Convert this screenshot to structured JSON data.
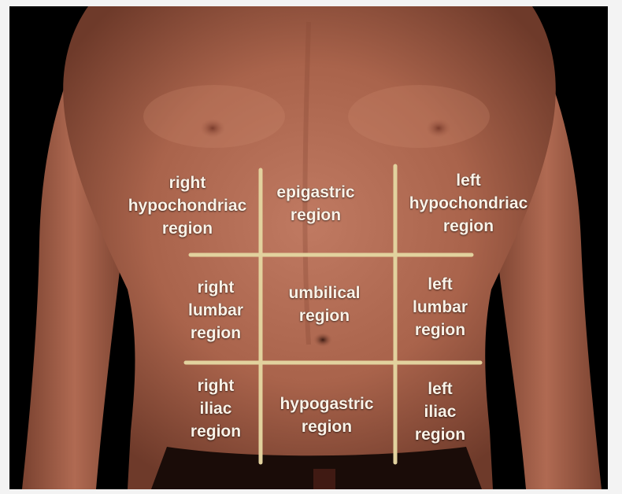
{
  "regions": {
    "right_hypochondriac": [
      "right",
      "hypochondriac",
      "region"
    ],
    "epigastric": [
      "epigastric",
      "region"
    ],
    "left_hypochondriac": [
      "left",
      "hypochondriac",
      "region"
    ],
    "right_lumbar": [
      "right",
      "lumbar",
      "region"
    ],
    "umbilical": [
      "umbilical",
      "region"
    ],
    "left_lumbar": [
      "left",
      "lumbar",
      "region"
    ],
    "right_iliac": [
      "right",
      "iliac",
      "region"
    ],
    "hypogastric": [
      "hypogastric",
      "region"
    ],
    "left_iliac": [
      "left",
      "iliac",
      "region"
    ]
  },
  "colors": {
    "grid_line": "#e2d29e",
    "label_text": "#fbf3e8",
    "skin": "#b8705a",
    "background": "#000000"
  }
}
